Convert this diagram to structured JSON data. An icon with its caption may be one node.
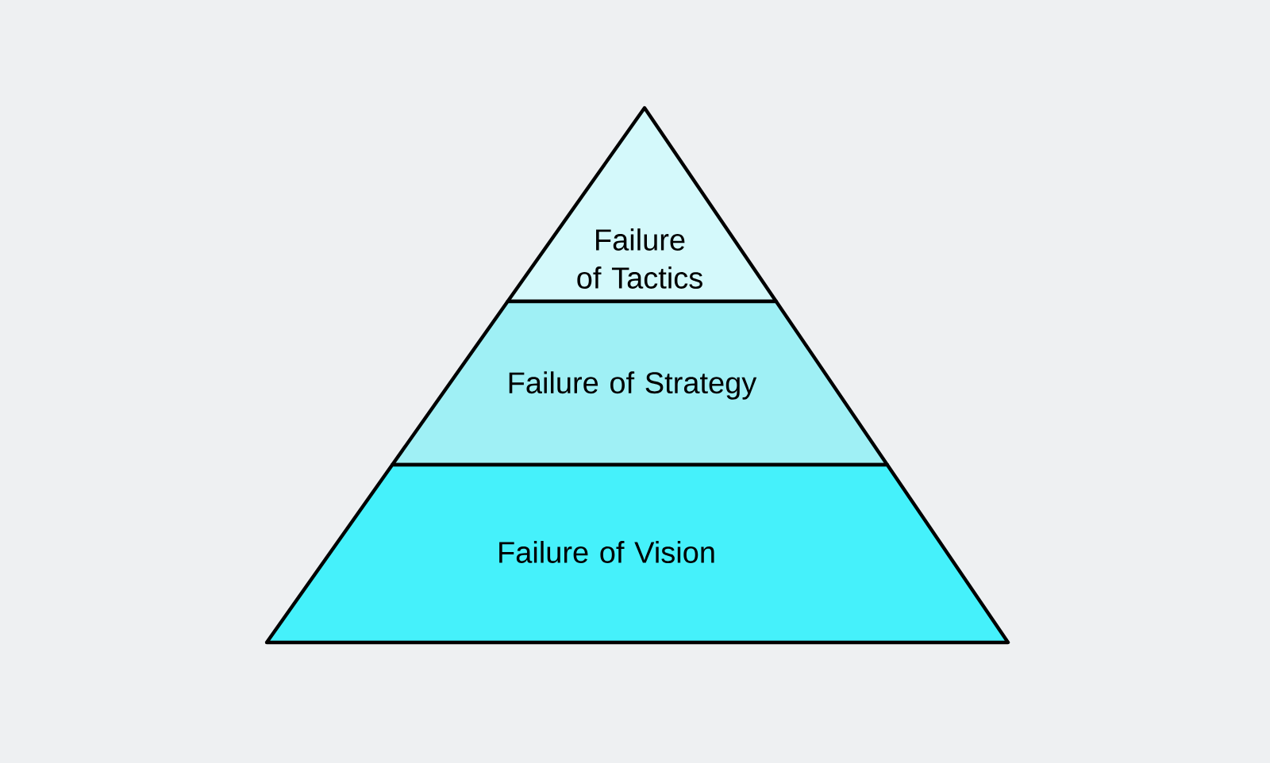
{
  "diagram": {
    "nodes": [
      {
        "text": [
          "Failure of Tactics"
        ]
      },
      {
        "text": [
          "Failure of Strategy"
        ]
      },
      {
        "text": [
          "Failure of Vision"
        ]
      }
    ]
  }
}
